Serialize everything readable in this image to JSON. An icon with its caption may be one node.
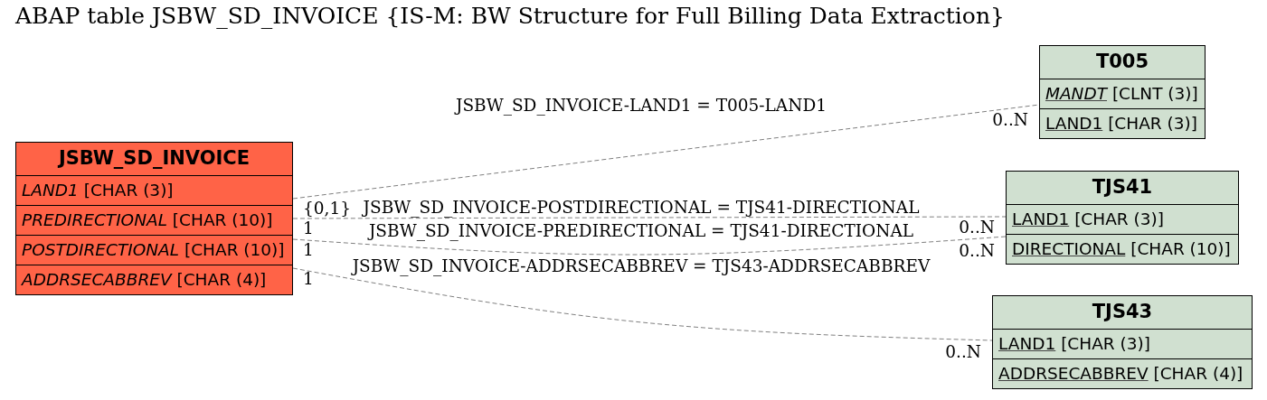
{
  "diagram": {
    "title": "ABAP table JSBW_SD_INVOICE {IS-M: BW Structure for Full Billing Data Extraction}",
    "nodes": [
      {
        "text": [
          "JSBW_SD_INVOICE"
        ]
      },
      {
        "text": [
          "*LAND1* [CHAR (3)]"
        ],
        "in": 0
      },
      {
        "text": [
          "*PREDIRECTIONAL* [CHAR (10)]"
        ],
        "in": 0
      },
      {
        "text": [
          "*POSTDIRECTIONAL* [CHAR (10)]"
        ],
        "in": 0
      },
      {
        "text": [
          "*ADDRSECABBREV* [CHAR (4)]"
        ],
        "in": 0
      },
      {
        "text": [
          "T005"
        ]
      },
      {
        "text": [
          "*MANDT* [CLNT (3)]"
        ],
        "in": 5
      },
      {
        "text": [
          "LAND1 [CHAR (3)]"
        ],
        "in": 5
      },
      {
        "text": [
          "TJS41"
        ]
      },
      {
        "text": [
          "LAND1 [CHAR (3)]"
        ],
        "in": 8
      },
      {
        "text": [
          "DIRECTIONAL [CHAR (10)]"
        ],
        "in": 8
      },
      {
        "text": [
          "TJS43"
        ]
      },
      {
        "text": [
          "LAND1 [CHAR (3)]"
        ],
        "in": 11
      },
      {
        "text": [
          "ADDRSECABBREV [CHAR (4)]"
        ],
        "in": 11
      }
    ],
    "edges": [
      {
        "from": 0,
        "to": 5,
        "arrow": "none",
        "label": "JSBW_SD_INVOICE-LAND1 = T005-LAND1",
        "style": "dashed"
      },
      {
        "from": 0,
        "to": 8,
        "arrow": "none",
        "label": "JSBW_SD_INVOICE-POSTDIRECTIONAL = TJS41-DIRECTIONAL",
        "style": "dashed"
      },
      {
        "from": 0,
        "to": 8,
        "arrow": "none",
        "label": "JSBW_SD_INVOICE-PREDIRECTIONAL = TJS41-DIRECTIONAL",
        "style": "dashed"
      },
      {
        "from": 0,
        "to": 11,
        "arrow": "none",
        "label": "JSBW_SD_INVOICE-ADDRSECABBREV = TJS43-ADDRSECABBREV",
        "style": "dashed"
      }
    ],
    "labels": [
      "0..N",
      "{0,1}",
      "1",
      "0..N",
      "0..N",
      "1",
      "1",
      "0..N"
    ]
  }
}
